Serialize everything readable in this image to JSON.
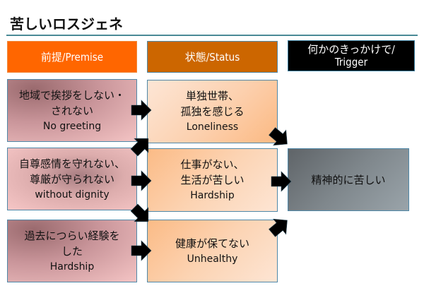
{
  "title": "苦しいロスジェネ",
  "headers": {
    "premise": "前提/Premise",
    "status": "状態/Status",
    "trigger_line1": "何かのきっかけで/",
    "trigger_line2": "Trigger"
  },
  "premise_boxes": [
    {
      "jp1": "地域で挨拶をしない・",
      "jp2": "されない",
      "en": "No greeting"
    },
    {
      "jp1": "自尊感情を守れない、",
      "jp2": "尊厳が守られない",
      "en": "without dignity"
    },
    {
      "jp1": "過去につらい経験を",
      "jp2": "した",
      "en": "Hardship"
    }
  ],
  "status_boxes": [
    {
      "jp1": "単独世帯、",
      "jp2": "孤独を感じる",
      "en": "Loneliness"
    },
    {
      "jp1": "仕事がない、",
      "jp2": "生活が苦しい",
      "en": "Hardship"
    },
    {
      "jp1": "健康が保てない",
      "en": "Unhealthy"
    }
  ],
  "result_box": {
    "label": "精神的に苦しい"
  },
  "colors": {
    "premise_header": "#ff6600",
    "status_header": "#cc6600",
    "trigger_header": "#000000",
    "rule": "#4a8a96",
    "arrow": "#000000"
  }
}
